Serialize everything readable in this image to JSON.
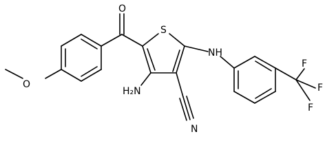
{
  "labels": {
    "oxygen_carbonyl": "O",
    "sulfur": "S",
    "amine_nh": "NH",
    "amino_h2n": "H₂N",
    "nitrile_n": "N",
    "methoxy_o": "O",
    "fluorine_1": "F",
    "fluorine_2": "F",
    "fluorine_3": "F"
  },
  "colors": {
    "bond": "#000000",
    "text": "#000000",
    "background": "#ffffff"
  }
}
